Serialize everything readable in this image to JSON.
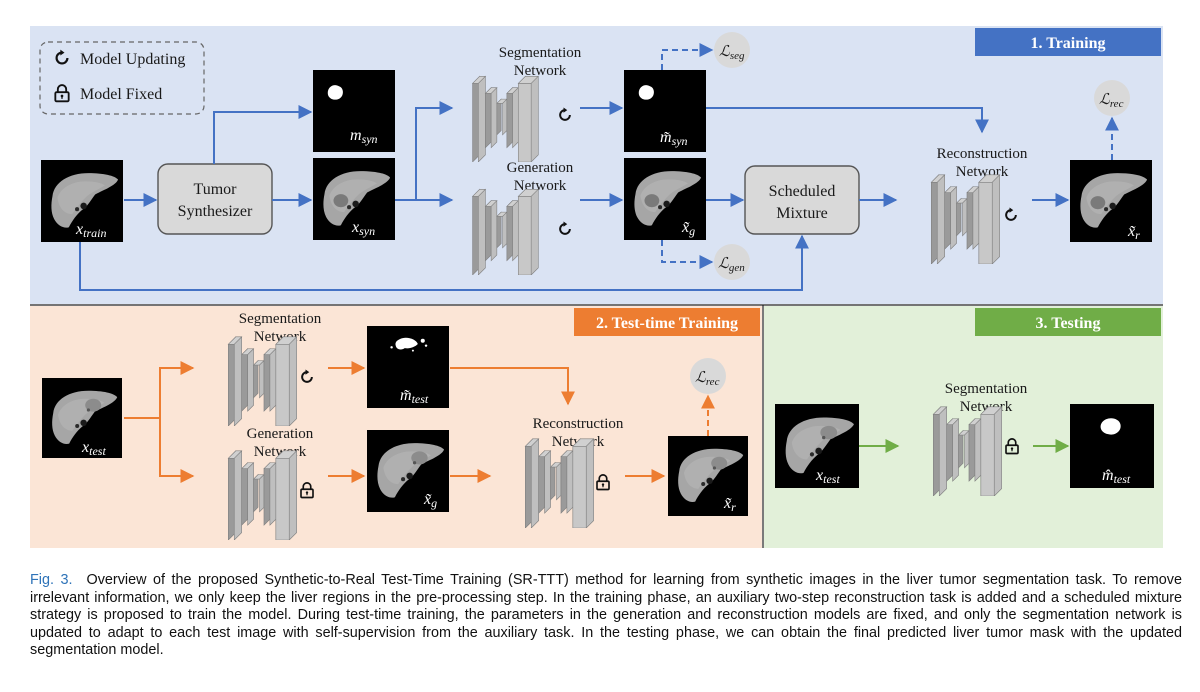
{
  "colors": {
    "training_bg": "#dae3f3",
    "ttt_bg": "#fbe5d6",
    "testing_bg": "#e2f0d9",
    "training_accent": "#4472c4",
    "ttt_accent": "#ed7d31",
    "testing_accent": "#70ad47",
    "block_gray": "#bfbfbf",
    "caption_fig": "#2e73b8"
  },
  "legend": {
    "updating_label": "Model Updating",
    "fixed_label": "Model Fixed",
    "updating_icon": "rotate-arrow-icon",
    "fixed_icon": "padlock-icon"
  },
  "panels": {
    "training": {
      "badge": "1. Training",
      "x_train": "x",
      "x_train_sub": "train",
      "tumor_synth_line1": "Tumor",
      "tumor_synth_line2": "Synthesizer",
      "m_syn": "m",
      "m_syn_sub": "syn",
      "x_syn": "x",
      "x_syn_sub": "syn",
      "seg_net_line1": "Segmentation",
      "seg_net_line2": "Network",
      "gen_net_line1": "Generation",
      "gen_net_line2": "Network",
      "m_hat_syn": "m̃",
      "m_hat_syn_sub": "syn",
      "x_g": "x̃",
      "x_g_sub": "g",
      "loss_seg": "ℒ",
      "loss_seg_sub": "seg",
      "loss_gen": "ℒ",
      "loss_gen_sub": "gen",
      "sched_line1": "Scheduled",
      "sched_line2": "Mixture",
      "recon_line1": "Reconstruction",
      "recon_line2": "Network",
      "x_r": "x̃",
      "x_r_sub": "r",
      "loss_rec": "ℒ",
      "loss_rec_sub": "rec"
    },
    "ttt": {
      "badge": "2. Test-time Training",
      "x_test": "x",
      "x_test_sub": "test",
      "seg_net_line1": "Segmentation",
      "seg_net_line2": "Network",
      "gen_net_line1": "Generation",
      "gen_net_line2": "Network",
      "m_test": "m̃",
      "m_test_sub": "test",
      "x_g": "x̃",
      "x_g_sub": "g",
      "recon_line1": "Reconstruction",
      "recon_line2": "Network",
      "x_r": "x̃",
      "x_r_sub": "r",
      "loss_rec": "ℒ",
      "loss_rec_sub": "rec"
    },
    "testing": {
      "badge": "3. Testing",
      "x_test": "x",
      "x_test_sub": "test",
      "seg_net_line1": "Segmentation",
      "seg_net_line2": "Network",
      "m_test": "m̂",
      "m_test_sub": "test"
    }
  },
  "caption": {
    "label": "Fig. 3.",
    "text": "Overview of the proposed Synthetic-to-Real Test-Time Training (SR-TTT) method for learning from synthetic images in the liver tumor segmentation task. To remove irrelevant information, we only keep the liver regions in the pre-processing step. In the training phase, an auxiliary two-step reconstruction task is added and a scheduled mixture strategy is proposed to train the model. During test-time training, the parameters in the generation and reconstruction models are fixed, and only the segmentation network is updated to adapt to each test image with self-supervision from the auxiliary task. In the testing phase, we can obtain the final predicted liver tumor mask with the updated segmentation model."
  }
}
